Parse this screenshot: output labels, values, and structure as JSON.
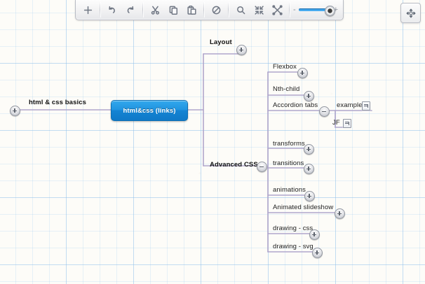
{
  "app": {
    "title": "Mind Map Editor",
    "canvas_bg": "#fdfcf8",
    "grid_color": "#96c3eb",
    "connector_color": "#b0a6cc",
    "root_color": "#1f93e0"
  },
  "toolbar": {
    "buttons": [
      {
        "name": "add-node-button",
        "icon": "plus-icon",
        "label": "Add"
      },
      {
        "name": "undo-button",
        "icon": "undo-icon",
        "label": "Undo"
      },
      {
        "name": "redo-button",
        "icon": "redo-icon",
        "label": "Redo"
      },
      {
        "name": "cut-button",
        "icon": "scissors-icon",
        "label": "Cut"
      },
      {
        "name": "copy-button",
        "icon": "copy-icon",
        "label": "Copy"
      },
      {
        "name": "paste-button",
        "icon": "paste-icon",
        "label": "Paste"
      },
      {
        "name": "delete-button",
        "icon": "no-entry-icon",
        "label": "Delete"
      },
      {
        "name": "search-button",
        "icon": "search-icon",
        "label": "Search"
      },
      {
        "name": "collapse-all-button",
        "icon": "collapse-icon",
        "label": "Collapse all"
      },
      {
        "name": "expand-all-button",
        "icon": "expand-icon",
        "label": "Expand all"
      }
    ],
    "zoom": {
      "minus_label": "-",
      "plus_label": "+",
      "value": 80
    }
  },
  "pan_button": {
    "icon": "move-icon",
    "label": "Pan"
  },
  "mindmap": {
    "root": {
      "label": "html&css (links)"
    },
    "left_node": {
      "label": "html & css basics",
      "toggle": "plus"
    },
    "branches": [
      {
        "label": "Layout",
        "bold": true,
        "toggle": "plus",
        "children": []
      },
      {
        "label": "Advanced CSS",
        "bold": true,
        "toggle": "minus",
        "children": [
          {
            "label": "Flexbox",
            "toggle": "plus"
          },
          {
            "label": "Nth-child",
            "toggle": "plus"
          },
          {
            "label": "Accordion tabs",
            "toggle": "minus",
            "children": [
              {
                "label": "example",
                "button": "link"
              },
              {
                "label": "JF",
                "button": "link"
              }
            ]
          },
          {
            "label": "transforms",
            "toggle": "plus"
          },
          {
            "label": "transitions",
            "toggle": "plus"
          },
          {
            "label": "animations",
            "toggle": "plus"
          },
          {
            "label": "Animated slideshow",
            "toggle": "plus"
          },
          {
            "label": "drawing - css",
            "toggle": "plus"
          },
          {
            "label": "drawing - svg",
            "toggle": "plus"
          }
        ]
      }
    ]
  }
}
